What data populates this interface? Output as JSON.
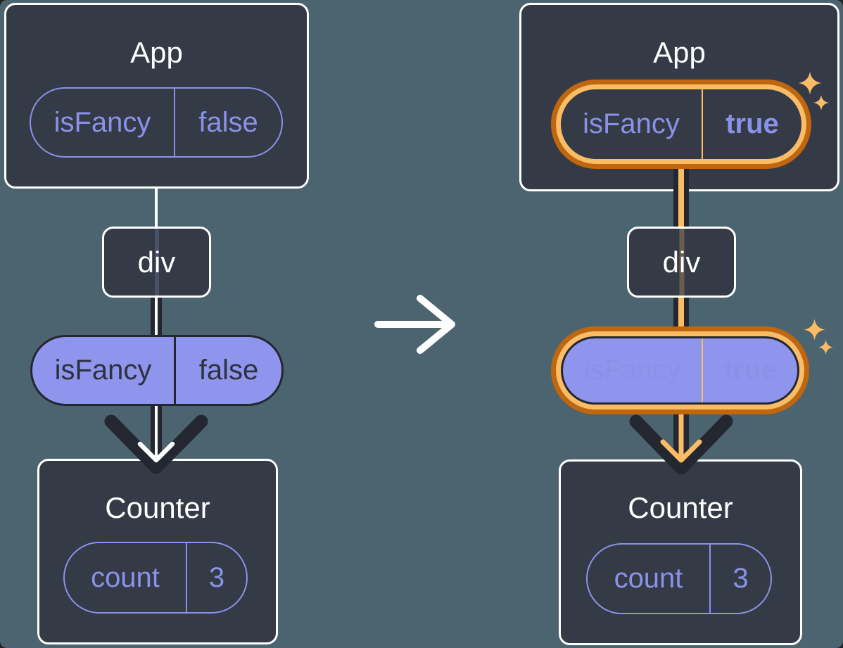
{
  "colors": {
    "background": "#4B6470",
    "card": "#343A46",
    "card-border": "#FFFFFF",
    "purple": "#8A92E8",
    "purple-fill": "#8F95EC",
    "dark": "#23272F",
    "dark-text": "#2C323E",
    "orange-dark": "#C0660F",
    "orange-light": "#FBBC66",
    "white": "#FFFFFF"
  },
  "diagram": {
    "description": "React component tree before and after isFancy prop change",
    "transition_icon": "right-arrow",
    "sparkle_icon": "four-point-star"
  },
  "trees": [
    {
      "name": "before",
      "root": {
        "title": "App",
        "prop_name": "isFancy",
        "prop_value": "false"
      },
      "middle": {
        "label": "div"
      },
      "prop": {
        "name": "isFancy",
        "value": "false"
      },
      "leaf": {
        "title": "Counter",
        "state_name": "count",
        "state_value": "3"
      }
    },
    {
      "name": "after",
      "root": {
        "title": "App",
        "prop_name": "isFancy",
        "prop_value": "true"
      },
      "middle": {
        "label": "div"
      },
      "prop": {
        "name": "isFancy",
        "value": "true"
      },
      "leaf": {
        "title": "Counter",
        "state_name": "count",
        "state_value": "3"
      }
    }
  ]
}
